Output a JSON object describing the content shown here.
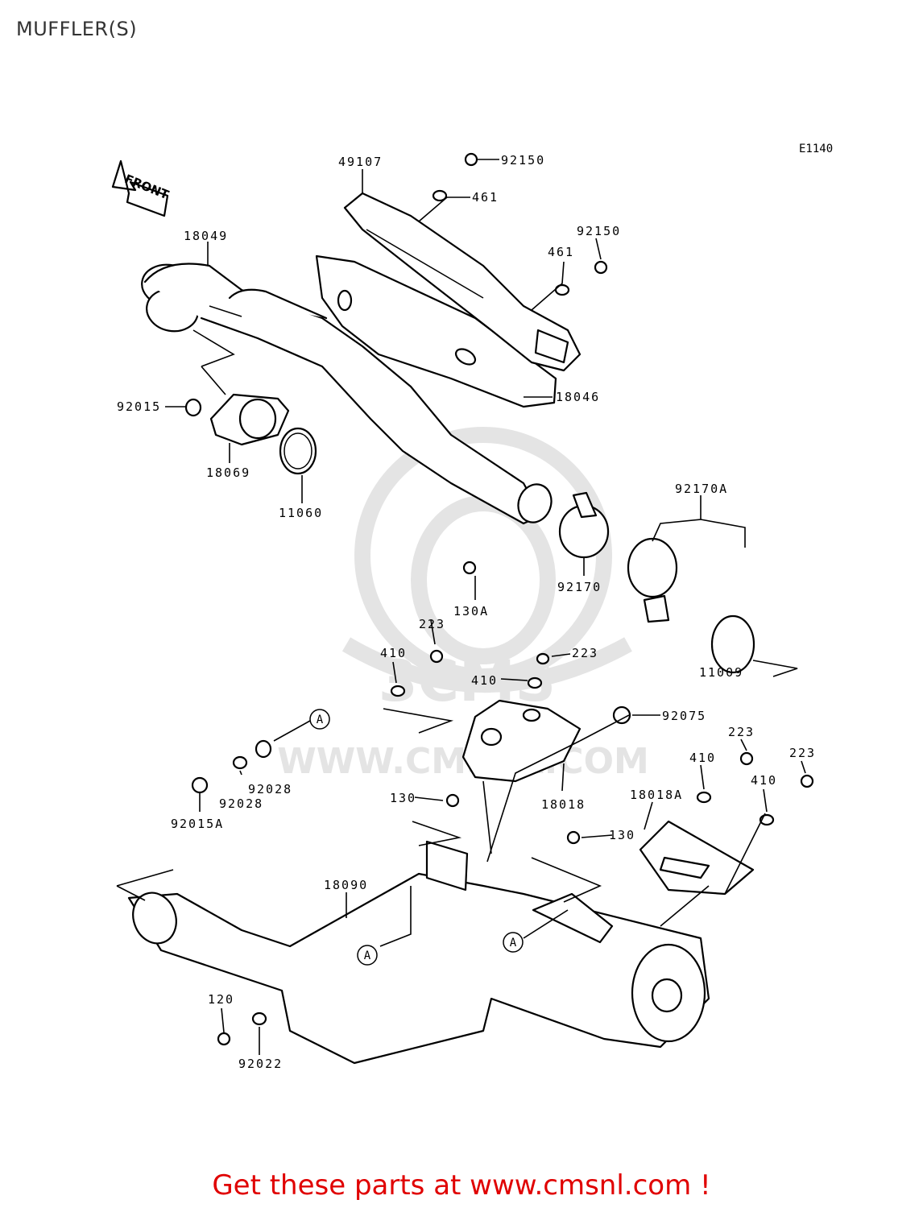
{
  "page": {
    "title": "MUFFLER(S)",
    "figure_code": "E1140",
    "front_label": "FRONT",
    "watermark": "WWW.CMSNL.COM",
    "footer_banner": "Get these parts at www.cmsnl.com !"
  },
  "callouts": [
    "49107",
    "92150",
    "461",
    "92150",
    "461",
    "18049",
    "18046",
    "92015",
    "18069",
    "11060",
    "92170A",
    "92170",
    "130A",
    "11009",
    "223",
    "410",
    "223",
    "410",
    "92075",
    "92028",
    "92028",
    "92015A",
    "130",
    "18018",
    "18018A",
    "223",
    "410",
    "223",
    "410",
    "130",
    "18090",
    "120",
    "92022"
  ],
  "reference_markers": [
    "A",
    "A",
    "A"
  ],
  "colors": {
    "line_art": "#000000",
    "banner": "#e00000",
    "watermark": "#e4e4e4"
  }
}
